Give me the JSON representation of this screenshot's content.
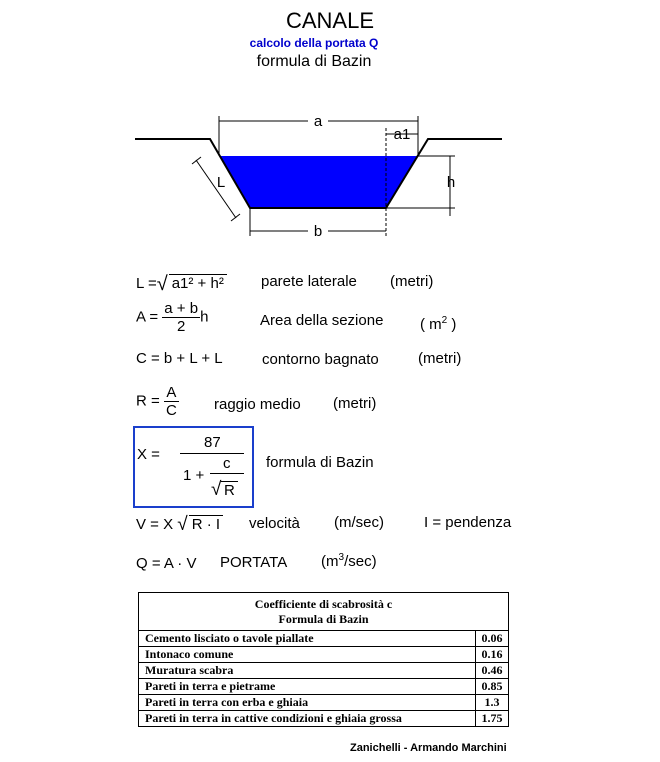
{
  "header": {
    "title": "CANALE",
    "subtitle": "calcolo della portata Q",
    "formula_name": "formula di Bazin"
  },
  "diagram": {
    "label_a": "a",
    "label_a1": "a1",
    "label_L": "L",
    "label_h": "h",
    "label_b": "b",
    "water_color": "#0000ff"
  },
  "formulas": {
    "L": {
      "lhs": "L =",
      "radicand": "a1² + h²",
      "desc": "parete laterale",
      "unit": "(metri)"
    },
    "A": {
      "lhs": "A =",
      "num": "a + b",
      "den": "2",
      "factor": "h",
      "desc": "Area della sezione",
      "unit_open": "(",
      "unit_m": "m",
      "unit_exp": "2",
      "unit_close": ")"
    },
    "C": {
      "expr": "C = b + L + L",
      "desc": "contorno bagnato",
      "unit": "(metri)"
    },
    "R": {
      "lhs": "R =",
      "num": "A",
      "den": "C",
      "desc": "raggio medio",
      "unit": "(metri)"
    },
    "X": {
      "lhs": "X =",
      "num": "87",
      "den_prefix": "1 +",
      "den_num": "c",
      "den_radicand": "R",
      "desc": "formula di  Bazin"
    },
    "V": {
      "lhs": "V = X",
      "radicand": "R · I",
      "desc": "velocità",
      "unit": "(m/sec)",
      "note": "I = pendenza"
    },
    "Q": {
      "expr": "Q = A · V",
      "desc": "PORTATA",
      "unit_open": "(m",
      "unit_exp": "3",
      "unit_close": "/sec)"
    }
  },
  "coefficients": {
    "title_line1": "Coefficiente di scabrosità c",
    "title_line2": "Formula di Bazin",
    "rows": [
      {
        "label": "Cemento lisciato o tavole piallate",
        "value": "0.06"
      },
      {
        "label": "Intonaco comune",
        "value": "0.16"
      },
      {
        "label": "Muratura scabra",
        "value": "0.46"
      },
      {
        "label": "Pareti in terra e pietrame",
        "value": "0.85"
      },
      {
        "label": "Pareti in terra con erba e ghiaia",
        "value": "1.3"
      },
      {
        "label": "Pareti in terra in cattive condizioni e ghiaia grossa",
        "value": "1.75"
      }
    ]
  },
  "credit": "Zanichelli - Armando Marchini"
}
